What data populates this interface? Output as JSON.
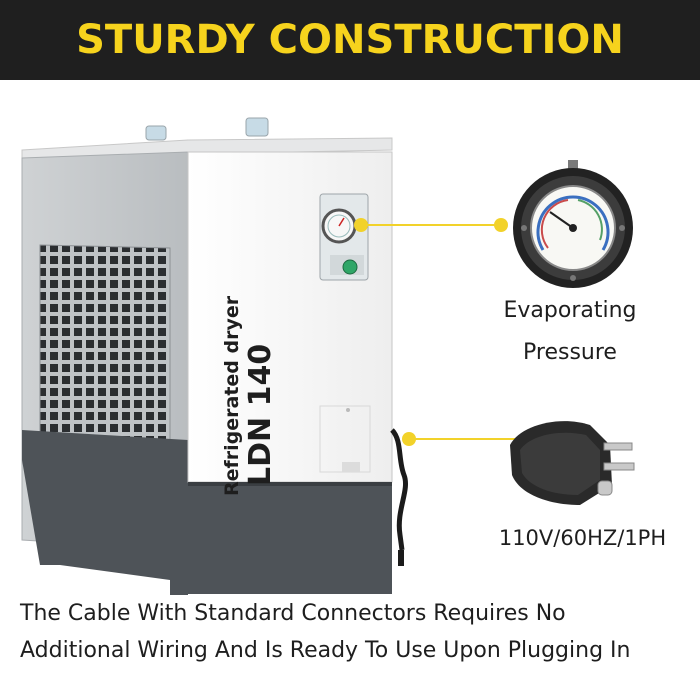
{
  "banner": {
    "title": "STURDY CONSTRUCTION"
  },
  "product": {
    "label_line1": "Refrigerated dryer",
    "label_line2": "LDN 140"
  },
  "callouts": {
    "pressure": {
      "line1": "Evaporating",
      "line2": "Pressure"
    },
    "power": {
      "text": "110V/60HZ/1PH"
    }
  },
  "caption": {
    "line1": "The Cable With Standard Connectors Requires No",
    "line2": "Additional Wiring And Is Ready To Use Upon Plugging In"
  },
  "colors": {
    "banner_bg": "#1f1f1f",
    "accent_yellow": "#f6d31d",
    "cabinet_white": "#f4f4f4",
    "base_gray": "#4e5358"
  },
  "icons": [
    "pressure-gauge-icon",
    "power-plug-icon",
    "power-button-icon"
  ]
}
